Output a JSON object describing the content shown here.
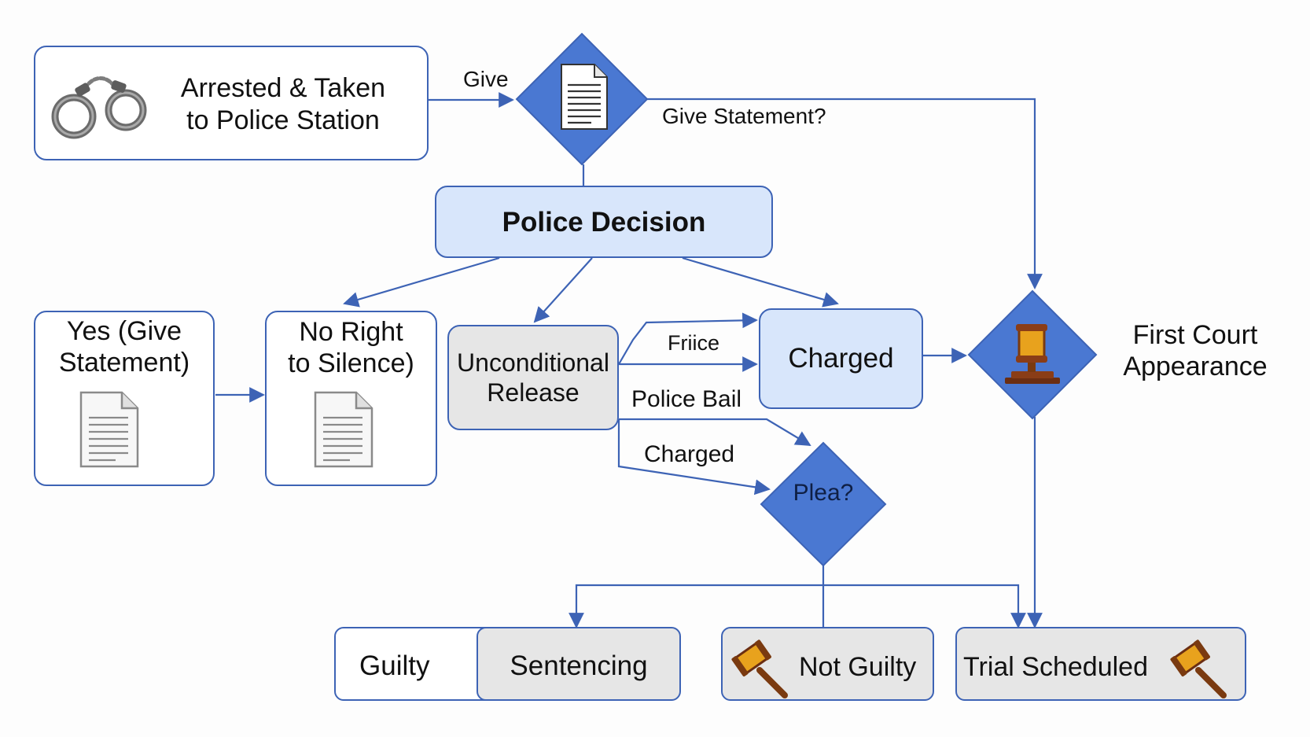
{
  "nodes": {
    "arrested": {
      "line1": "Arrested & Taken",
      "line2": "to Police Station"
    },
    "police_decision": {
      "label": "Police Decision"
    },
    "yes_give": {
      "line1": "Yes (Give",
      "line2": "Statement)"
    },
    "no_right": {
      "line1": "No Right",
      "line2": "to Silence)"
    },
    "unconditional": {
      "line1": "Unconditional",
      "line2": "Release"
    },
    "charged_box": {
      "label": "Charged"
    },
    "plea": {
      "label": "Plea?"
    },
    "first_court": {
      "line1": "First Court",
      "line2": "Appearance"
    },
    "guilty": {
      "label": "Guilty"
    },
    "sentencing": {
      "label": "Sentencing"
    },
    "not_guilty": {
      "label": "Not Guilty"
    },
    "trial": {
      "label": "Trial Scheduled"
    }
  },
  "edge_labels": {
    "give": "Give",
    "give_statement": "Give Statement?",
    "friice": "Friice",
    "police_bail": "Police Bail",
    "charged": "Charged"
  },
  "icons": {
    "handcuffs": "handcuffs-icon",
    "document": "document-icon",
    "gavel": "gavel-icon"
  },
  "colors": {
    "line": "#3d63b5",
    "diamond": "#4a78d2",
    "box_blue": "#d8e6fb",
    "box_grey": "#e6e6e6"
  }
}
